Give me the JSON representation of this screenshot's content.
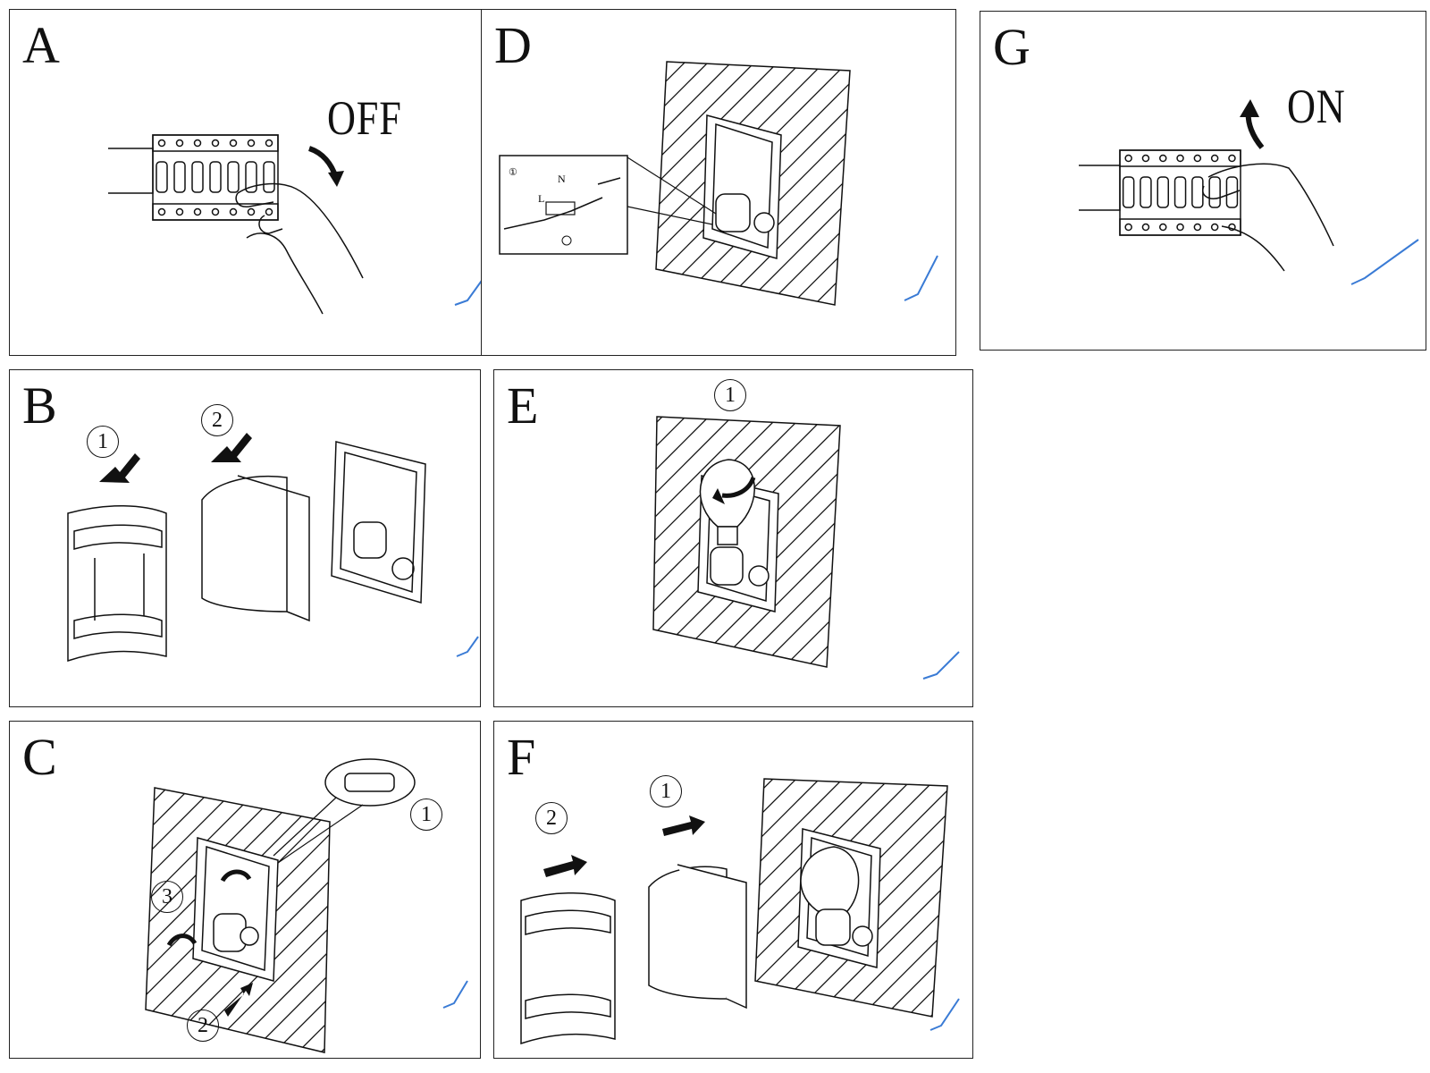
{
  "title": "",
  "colors": {
    "ink": "#111111",
    "check": "#3a7bd5",
    "paper": "#ffffff"
  },
  "panels": [
    {
      "id": "A",
      "label": "A",
      "caption": "OFF",
      "step_numbers": []
    },
    {
      "id": "B",
      "label": "B",
      "caption": "",
      "step_numbers": [
        "1",
        "2"
      ]
    },
    {
      "id": "C",
      "label": "C",
      "caption": "",
      "step_numbers": [
        "1",
        "2",
        "3"
      ]
    },
    {
      "id": "D",
      "label": "D",
      "caption": "",
      "step_numbers": [],
      "wiring_labels": [
        "N",
        "L"
      ],
      "inset_marker": "①"
    },
    {
      "id": "E",
      "label": "E",
      "caption": "",
      "step_numbers": [
        "1"
      ]
    },
    {
      "id": "F",
      "label": "F",
      "caption": "",
      "step_numbers": [
        "1",
        "2"
      ]
    },
    {
      "id": "G",
      "label": "G",
      "caption": "ON",
      "step_numbers": []
    }
  ],
  "icons": {
    "breaker": "circuit-breaker-icon",
    "hand": "hand-icon",
    "wall": "hatched-wall-icon",
    "fixture": "wall-fixture-icon",
    "bulb": "light-bulb-icon",
    "check": "check-mark-icon"
  }
}
